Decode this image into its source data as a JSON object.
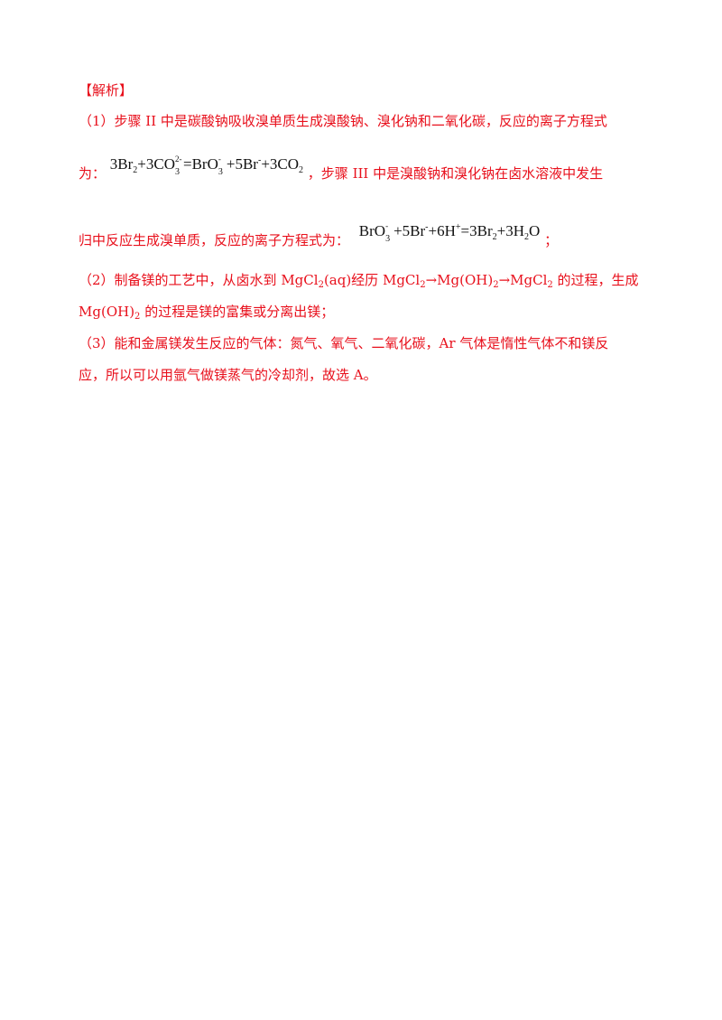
{
  "heading": "【解析】",
  "p1": {
    "line1": "（1）步骤 II 中是碳酸钠吸收溴单质生成溴酸钠、溴化钠和二氧化碳，反应的离子方程式",
    "line2_prefix": "为：",
    "eq1": {
      "t1": "3Br",
      "t1_sub": "2",
      "t2": "+3CO",
      "t2_sup": "2-",
      "t2_sub": "3",
      "t3": "=BrO",
      "t3_sup": "-",
      "t3_sub": "3",
      "t4": "+5Br",
      "t4_sup": "-",
      "t5": "+3CO",
      "t5_sub": "2"
    },
    "line2_suffix": "，步骤 III 中是溴酸钠和溴化钠在卤水溶液中发生",
    "line3_prefix": "归中反应生成溴单质，反应的离子方程式为：",
    "eq2": {
      "t1": "BrO",
      "t1_sup": "-",
      "t1_sub": "3",
      "t2": "+5Br",
      "t2_sup": "-",
      "t3": "+6H",
      "t3_sup": "+",
      "t4": "=3Br",
      "t4_sub": "2",
      "t5": "+3H",
      "t5_sub": "2",
      "t6": "O"
    },
    "line3_suffix": "；"
  },
  "p2": {
    "a": "（2）制备镁的工艺中，从卤水到 MgCl",
    "a_sub": "2",
    "b": "(aq)经历 MgCl",
    "b_sub": "2",
    "c": "→Mg(OH)",
    "c_sub": "2",
    "d": "→MgCl",
    "d_sub": "2",
    "e": " 的过程，生成",
    "f": "Mg(OH)",
    "f_sub": "2",
    "g": " 的过程是镁的富集或分离出镁；"
  },
  "p3": {
    "line1": "（3）能和金属镁发生反应的气体：氮气、氧气、二氧化碳，Ar 气体是惰性气体不和镁反",
    "line2": "应，所以可以用氩气做镁蒸气的冷却剂，故选 A。"
  }
}
